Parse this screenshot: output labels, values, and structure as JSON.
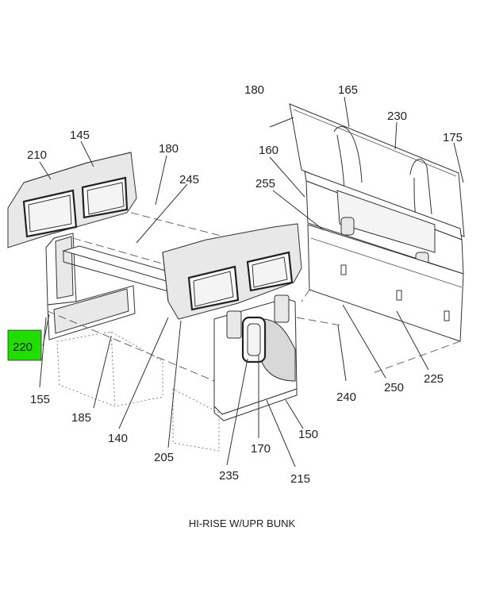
{
  "diagram": {
    "caption": "HI-RISE W/UPR BUNK",
    "highlight_color": "#22dd00",
    "callouts": [
      {
        "id": "180a",
        "label": "180"
      },
      {
        "id": "165",
        "label": "165"
      },
      {
        "id": "230",
        "label": "230"
      },
      {
        "id": "145",
        "label": "145"
      },
      {
        "id": "210",
        "label": "210"
      },
      {
        "id": "180b",
        "label": "180"
      },
      {
        "id": "160",
        "label": "160"
      },
      {
        "id": "175",
        "label": "175"
      },
      {
        "id": "245",
        "label": "245"
      },
      {
        "id": "255",
        "label": "255"
      },
      {
        "id": "220",
        "label": "220"
      },
      {
        "id": "155",
        "label": "155"
      },
      {
        "id": "185",
        "label": "185"
      },
      {
        "id": "140",
        "label": "140"
      },
      {
        "id": "205",
        "label": "205"
      },
      {
        "id": "235",
        "label": "235"
      },
      {
        "id": "170",
        "label": "170"
      },
      {
        "id": "150",
        "label": "150"
      },
      {
        "id": "215",
        "label": "215"
      },
      {
        "id": "240",
        "label": "240"
      },
      {
        "id": "250",
        "label": "250"
      },
      {
        "id": "225",
        "label": "225"
      }
    ]
  }
}
